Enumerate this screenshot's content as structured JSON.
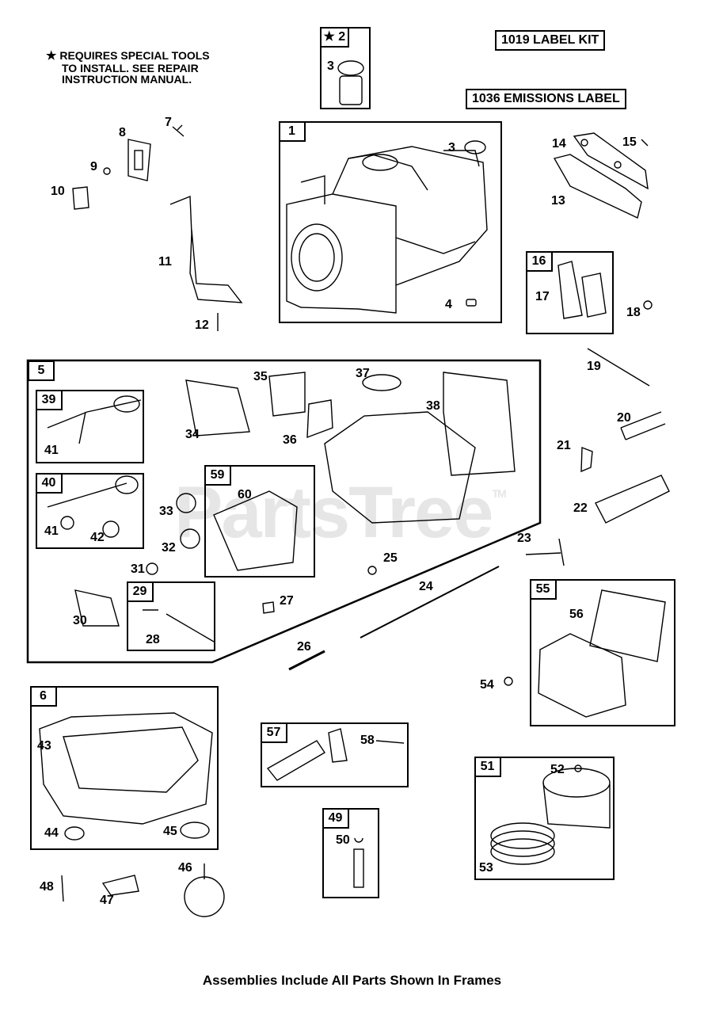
{
  "note": {
    "star": "★",
    "lines": [
      "REQUIRES SPECIAL TOOLS",
      "TO INSTALL.  SEE REPAIR",
      "INSTRUCTION MANUAL."
    ]
  },
  "kits": {
    "label_kit": "1019 LABEL KIT",
    "emissions_label": "1036 EMISSIONS LABEL"
  },
  "watermark": {
    "text": "PartsTree",
    "tm": "TM"
  },
  "frames": {
    "f2": "★ 2",
    "f1": "1",
    "f16": "16",
    "f5": "5",
    "f39": "39",
    "f40": "40",
    "f59": "59",
    "f29": "29",
    "f55": "55",
    "f6": "6",
    "f57": "57",
    "f49": "49",
    "f51": "51"
  },
  "parts": {
    "p3a": "3",
    "p3b": "3",
    "p4": "4",
    "p7": "7",
    "p8": "8",
    "p9": "9",
    "p10": "10",
    "p11": "11",
    "p12": "12",
    "p13": "13",
    "p14": "14",
    "p15": "15",
    "p17": "17",
    "p18": "18",
    "p19": "19",
    "p20": "20",
    "p21": "21",
    "p22": "22",
    "p23": "23",
    "p24": "24",
    "p25": "25",
    "p26": "26",
    "p27": "27",
    "p28": "28",
    "p30": "30",
    "p31": "31",
    "p32": "32",
    "p33": "33",
    "p34": "34",
    "p35": "35",
    "p36": "36",
    "p37": "37",
    "p38": "38",
    "p41a": "41",
    "p41b": "41",
    "p42": "42",
    "p43": "43",
    "p44": "44",
    "p45": "45",
    "p46": "46",
    "p47": "47",
    "p48": "48",
    "p50": "50",
    "p52": "52",
    "p53": "53",
    "p54": "54",
    "p56": "56",
    "p58": "58",
    "p60": "60"
  },
  "footer": "Assemblies Include All Parts Shown In Frames"
}
